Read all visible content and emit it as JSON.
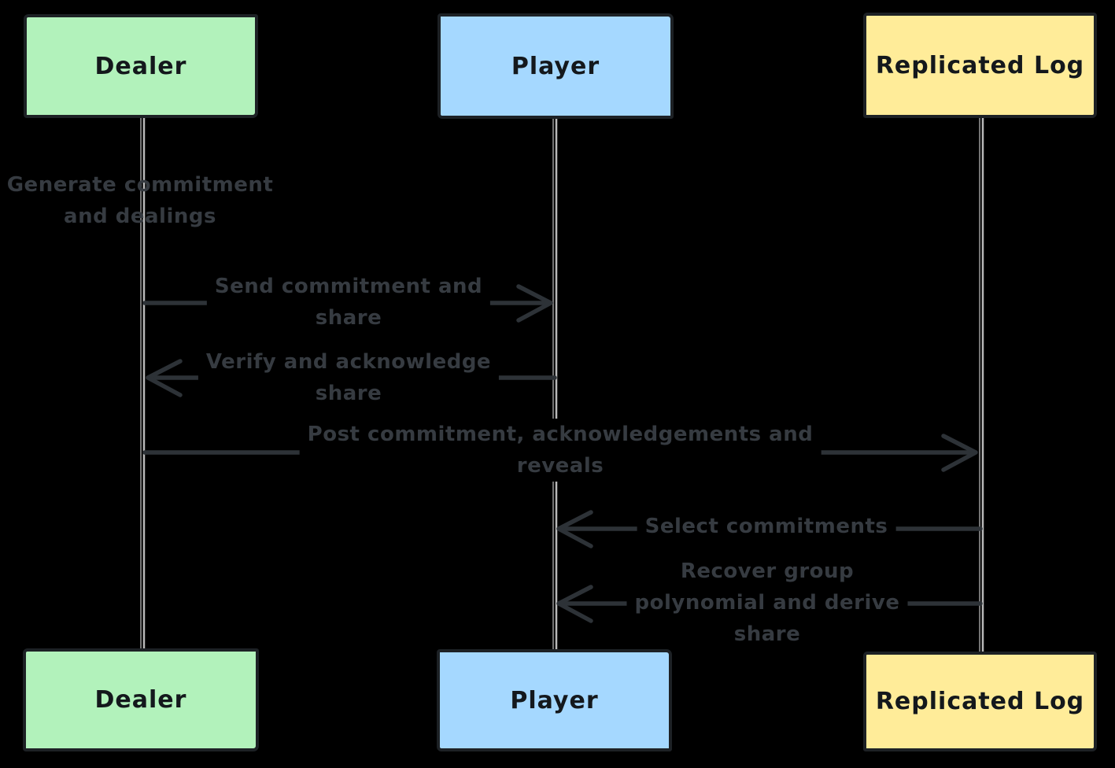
{
  "diagram": {
    "kind": "sequence-diagram",
    "background": "#000000",
    "actors": [
      {
        "id": "dealer",
        "label": "Dealer",
        "fill": "#b2f2bb"
      },
      {
        "id": "player",
        "label": "Player",
        "fill": "#a5d8ff"
      },
      {
        "id": "replicated-log",
        "label": "Replicated Log",
        "fill": "#ffec99"
      }
    ],
    "self_note": {
      "actor": "dealer",
      "text": "Generate commitment and dealings",
      "lines": [
        "Generate commitment",
        "and dealings"
      ]
    },
    "messages": [
      {
        "from": "dealer",
        "to": "player",
        "text": "Send commitment and share",
        "lines": [
          "Send commitment and",
          "share"
        ]
      },
      {
        "from": "player",
        "to": "dealer",
        "text": "Verify and acknowledge share",
        "lines": [
          "Verify and acknowledge",
          "share"
        ]
      },
      {
        "from": "dealer",
        "to": "replicated-log",
        "text": "Post commitment, acknowledgements and reveals",
        "lines": [
          "Post commitment, acknowledgements and",
          "reveals"
        ]
      },
      {
        "from": "replicated-log",
        "to": "player",
        "text": "Select commitments",
        "lines": [
          "Select commitments"
        ]
      },
      {
        "from": "replicated-log",
        "to": "player",
        "text": "Recover group polynomial and derive share",
        "lines": [
          "Recover group",
          "polynomial and derive",
          "share"
        ]
      }
    ],
    "colors": {
      "actor_border": "#1d2125",
      "actor_text": "#14181c",
      "message_text": "#363b41",
      "arrow": "#2d3237",
      "lifeline_dark": "#737373",
      "lifeline_light": "#b8b8b8"
    }
  }
}
